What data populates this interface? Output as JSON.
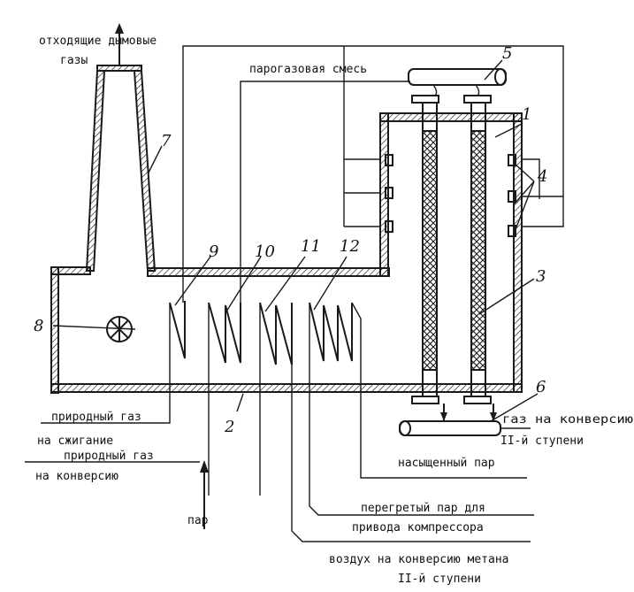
{
  "labels": {
    "flue_gas_1": "отходящие дымовые",
    "flue_gas_2": "газы",
    "steam_gas_mix": "парогазовая смесь",
    "natural_gas_burn_1": "природный газ",
    "natural_gas_burn_2": "на сжигание",
    "natural_gas_conv_1": "природный газ",
    "natural_gas_conv_2": "на конверсию",
    "steam": "пар",
    "gas_to_converter_1": "газ на конверсию",
    "gas_to_converter_2": "II-й ступени",
    "saturated_steam": "насыщенный пар",
    "superheated_steam_1": "перегретый пар для",
    "superheated_steam_2": "привода компрессора",
    "air_1": "воздух на конверсию метана",
    "air_2": "II-й ступени"
  },
  "numbers": {
    "n1": "1",
    "n2": "2",
    "n3": "3",
    "n4": "4",
    "n5": "5",
    "n6": "6",
    "n7": "7",
    "n8": "8",
    "n9": "9",
    "n10": "10",
    "n11": "11",
    "n12": "12"
  }
}
